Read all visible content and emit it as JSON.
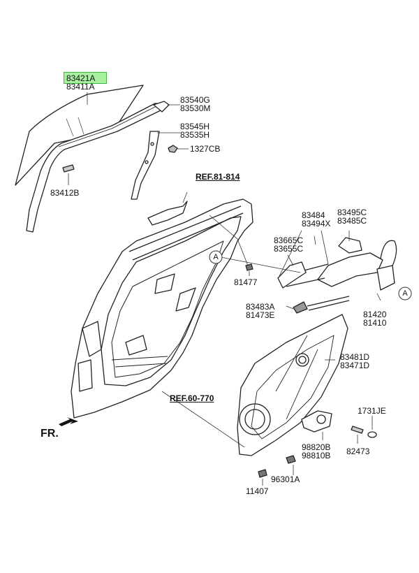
{
  "labels": {
    "glass_upper": "83421A",
    "glass_lower": "83411A",
    "run_upper": "83540G",
    "run_lower": "83530M",
    "channel_upper": "83545H",
    "channel_lower": "83535H",
    "clip": "1327CB",
    "clip_glass": "83412B",
    "ref_top": "REF.81-814",
    "ref_bottom": "REF.60-770",
    "reg_a_upper": "83484",
    "reg_a_lower": "83494X",
    "reg_b_upper": "83495C",
    "reg_b_lower": "83485C",
    "bracket_upper": "83665C",
    "bracket_lower": "83655C",
    "bolt_1": "81477",
    "link_upper": "83483A",
    "link_lower": "81473E",
    "latch_upper": "81420",
    "latch_lower": "81410",
    "panel_upper": "83481D",
    "panel_lower": "83471D",
    "grommet": "1731JE",
    "motor_upper": "98820B",
    "motor_lower": "98810B",
    "pin": "82473",
    "bolt_2": "11407",
    "nut": "96301A",
    "front": "FR.",
    "callout_a": "A"
  }
}
